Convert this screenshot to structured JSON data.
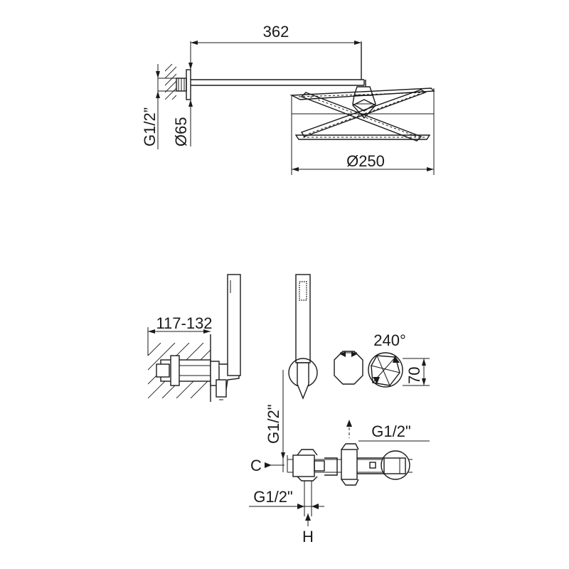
{
  "labels": {
    "arm_length": "362",
    "wall_flange_diameter": "Ø65",
    "arm_thread": "G1/2”",
    "head_diameter": "Ø250",
    "body_depth": "117-132",
    "rotation_angle": "240°",
    "hex_height": "70",
    "inlet_thread_side": "G1/2\"",
    "outlet_thread_top": "G1/2\"",
    "outlet_thread_bottom": "G1/2\"",
    "dim_c": "C",
    "dim_h": "H"
  },
  "colors": {
    "line": "#1a1a1a",
    "background": "#ffffff"
  }
}
